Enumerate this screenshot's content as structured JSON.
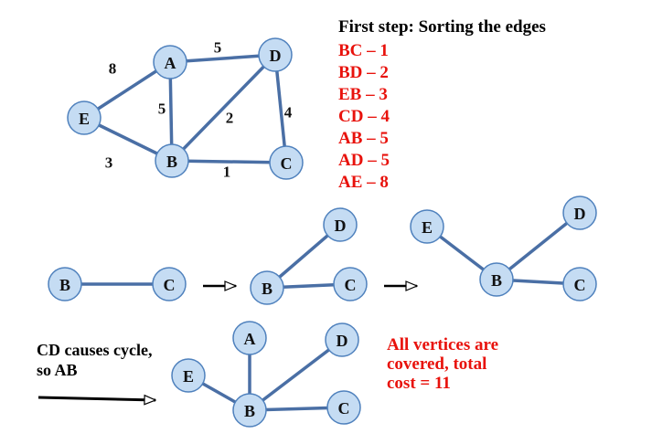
{
  "title": "First step: Sorting the edges",
  "sorted_edges": [
    "BC – 1",
    "BD – 2",
    "EB – 3",
    "CD – 4",
    "AB – 5",
    "AD – 5",
    "AE – 8"
  ],
  "graph": {
    "nodes": [
      "A",
      "B",
      "C",
      "D",
      "E"
    ],
    "edges": [
      {
        "from": "A",
        "to": "D",
        "weight": "5"
      },
      {
        "from": "E",
        "to": "A",
        "weight": "8"
      },
      {
        "from": "A",
        "to": "B",
        "weight": "5"
      },
      {
        "from": "B",
        "to": "D",
        "weight": "2"
      },
      {
        "from": "D",
        "to": "C",
        "weight": "4"
      },
      {
        "from": "E",
        "to": "B",
        "weight": "3"
      },
      {
        "from": "B",
        "to": "C",
        "weight": "1"
      }
    ]
  },
  "steps": [
    {
      "nodes": [
        "B",
        "C"
      ],
      "edges": [
        [
          "B",
          "C"
        ]
      ]
    },
    {
      "nodes": [
        "D",
        "B",
        "C"
      ],
      "edges": [
        [
          "B",
          "D"
        ],
        [
          "B",
          "C"
        ]
      ]
    },
    {
      "nodes": [
        "E",
        "D",
        "B",
        "C"
      ],
      "edges": [
        [
          "E",
          "B"
        ],
        [
          "B",
          "D"
        ],
        [
          "B",
          "C"
        ]
      ]
    },
    {
      "nodes": [
        "A",
        "D",
        "E",
        "B",
        "C"
      ],
      "edges": [
        [
          "A",
          "B"
        ],
        [
          "E",
          "B"
        ],
        [
          "B",
          "D"
        ],
        [
          "B",
          "C"
        ]
      ]
    }
  ],
  "note": "CD causes cycle, so AB",
  "result": "All vertices are covered, total cost = 11",
  "colors": {
    "node_fill": "#c5dcf3",
    "node_stroke": "#4f81bd",
    "edge": "#4a6fa5",
    "highlight": "#e8120c"
  }
}
